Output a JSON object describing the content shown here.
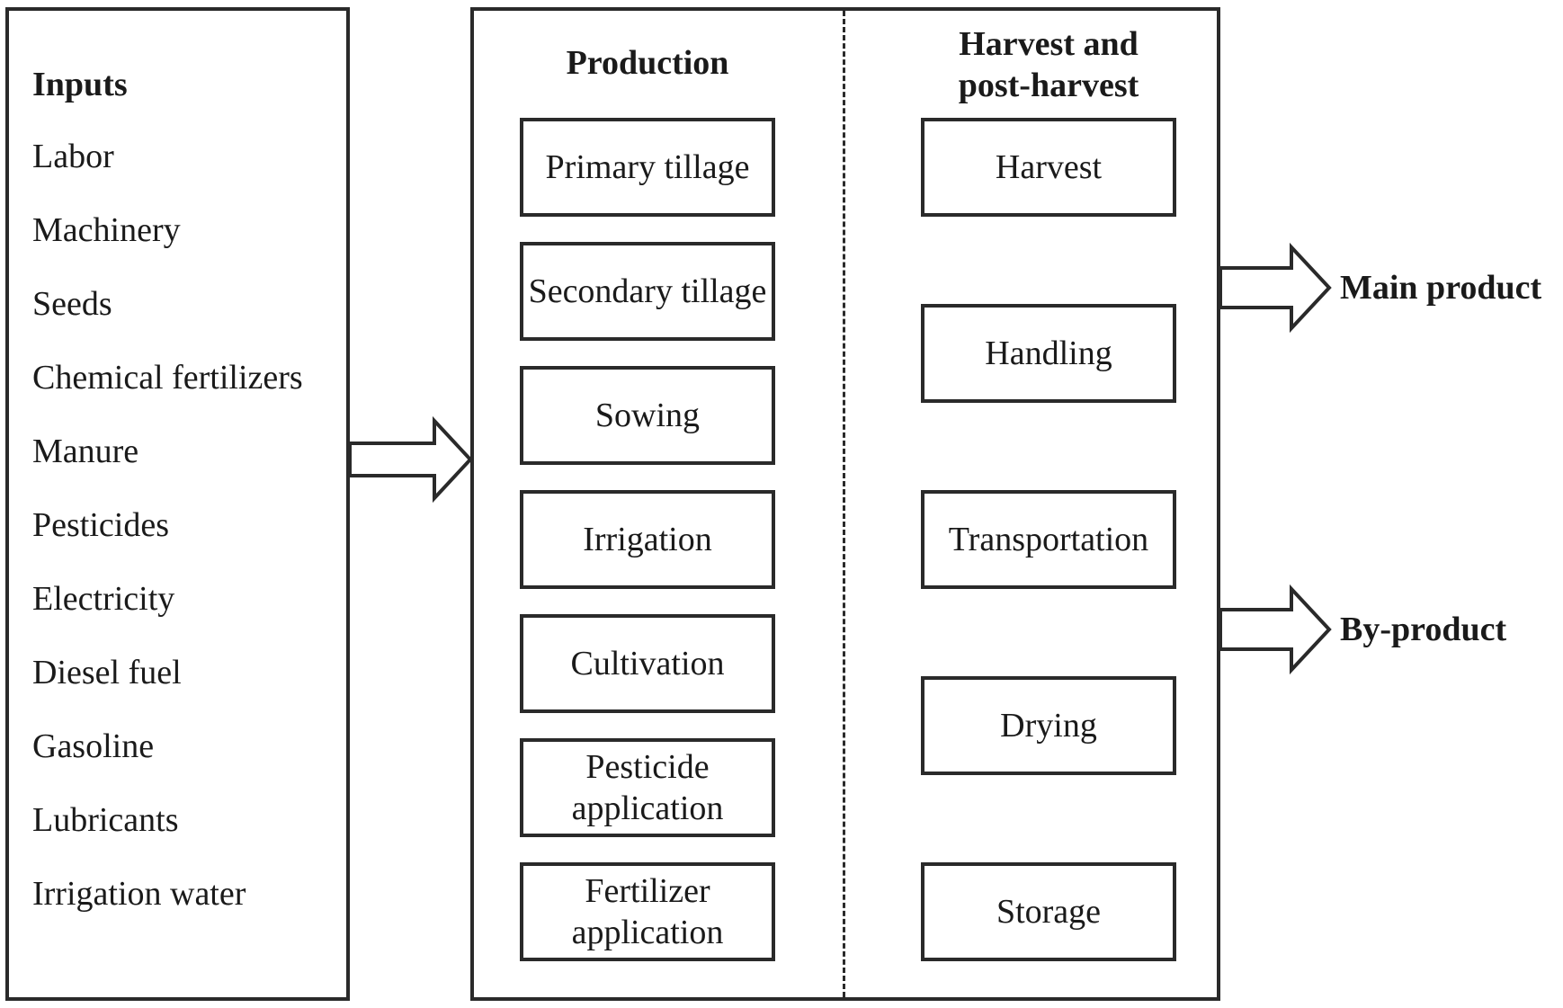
{
  "inputs": {
    "title": "Inputs",
    "items": [
      "Labor",
      "Machinery",
      "Seeds",
      "Chemical fertilizers",
      "Manure",
      "Pesticides",
      "Electricity",
      "Diesel fuel",
      "Gasoline",
      "Lubricants",
      "Irrigation water"
    ]
  },
  "production": {
    "title": "Production",
    "steps": [
      "Primary tillage",
      "Secondary tillage",
      "Sowing",
      "Irrigation",
      "Cultivation",
      "Pesticide application",
      "Fertilizer application"
    ]
  },
  "harvest": {
    "title": "Harvest and post-harvest",
    "steps": [
      "Harvest",
      "Handling",
      "Transportation",
      "Drying",
      "Storage"
    ]
  },
  "outputs": {
    "main": "Main product",
    "by": "By-product"
  }
}
